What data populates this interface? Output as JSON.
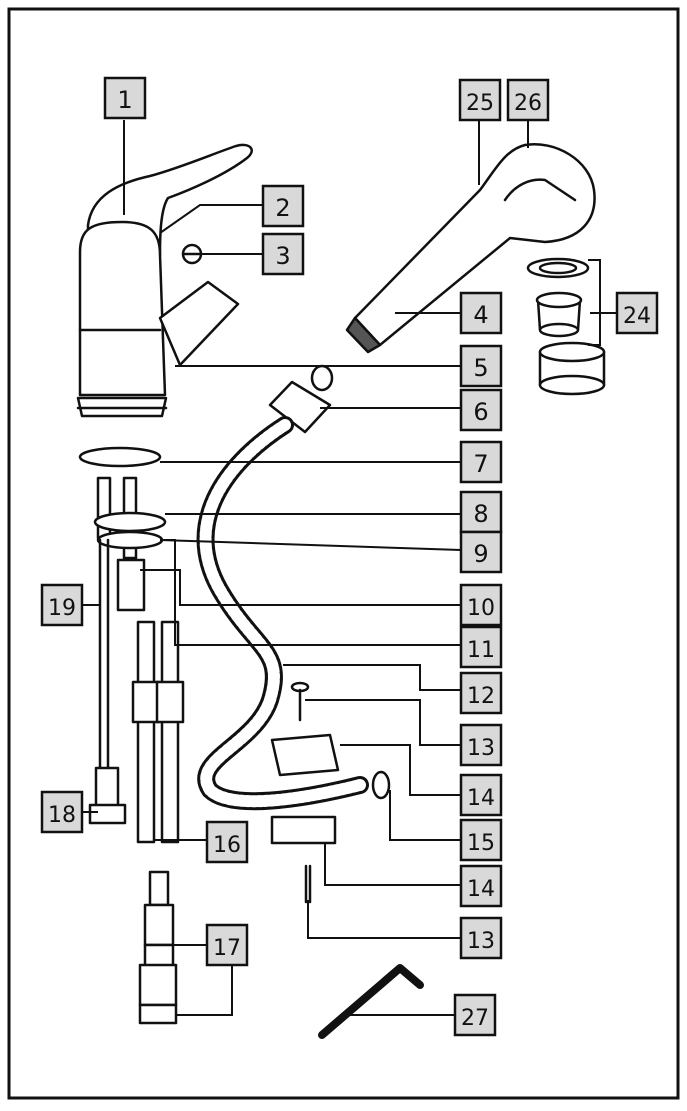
{
  "labels": {
    "n1": "1",
    "n2": "2",
    "n3": "3",
    "n4": "4",
    "n5": "5",
    "n6": "6",
    "n7": "7",
    "n8": "8",
    "n9": "9",
    "n10": "10",
    "n11": "11",
    "n12": "12",
    "n13a": "13",
    "n14a": "14",
    "n15": "15",
    "n14b": "14",
    "n13b": "13",
    "n16": "16",
    "n17": "17",
    "n18": "18",
    "n19": "19",
    "n24": "24",
    "n25": "25",
    "n26": "26",
    "n27": "27"
  },
  "colors": {
    "line": "#111111",
    "label_fill": "#d9d9d9",
    "paper": "#ffffff"
  }
}
